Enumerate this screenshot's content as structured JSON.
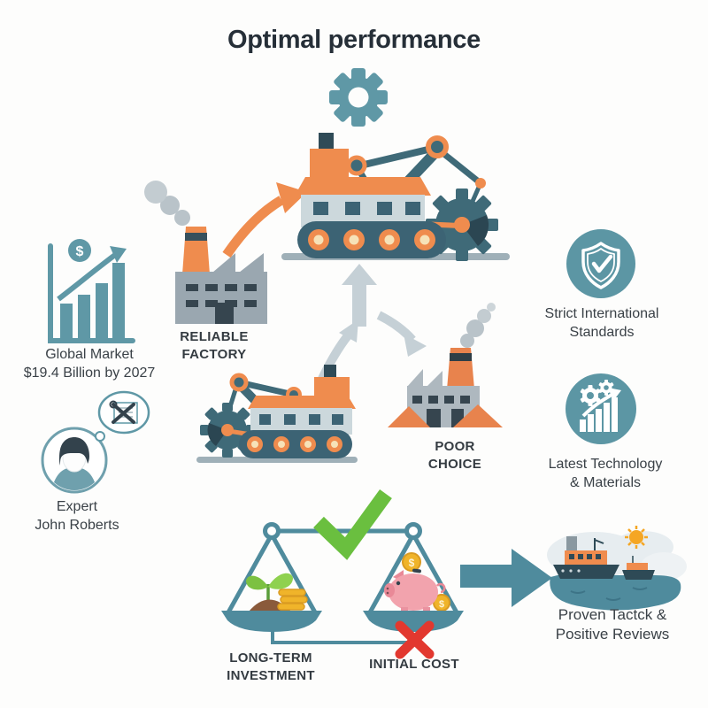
{
  "title": "Optimal performance",
  "market": {
    "line1": "Global Market",
    "line2": "$19.4 Billion by 2027",
    "dollar_symbol": "$"
  },
  "reliable_factory": {
    "line1": "RELIABLE",
    "line2": "FACTORY"
  },
  "poor_choice": {
    "line1": "POOR",
    "line2": "CHOICE"
  },
  "standards": {
    "line1": "Strict International",
    "line2": "Standards"
  },
  "technology": {
    "line1": "Latest Technology",
    "line2": "& Materials"
  },
  "expert": {
    "line1": "Expert",
    "line2": "John Roberts"
  },
  "scale": {
    "left_line1": "LONG-TERM",
    "left_line2": "INVESTMENT",
    "right_label": "INITIAL COST"
  },
  "reviews": {
    "line1": "Proven Tactck &",
    "line2": "Positive Reviews"
  },
  "icons": {
    "gear": "gear-icon",
    "market_chart": "bar-chart-growth-dollar-icon",
    "shield": "shield-check-icon",
    "technology": "gears-growth-chart-icon",
    "expert": "person-avatar-thought-tools-icon",
    "balance": "balance-scale-icon",
    "check": "green-check-icon",
    "cross": "red-cross-icon",
    "arrow_right": "teal-arrow-right-icon",
    "ships": "cargo-ships-scene-icon"
  },
  "colors": {
    "teal": "#5c96a4",
    "teal_dark": "#3f6a78",
    "slate": "#3c6374",
    "orange": "#ef8c4e",
    "gray_arrow": "#c5d0d6",
    "factory_gray": "#9aa7b0",
    "scale_teal": "#4f8b9d",
    "green": "#6abf3f",
    "red": "#e2382f",
    "pink": "#f2a3ad",
    "gold": "#f0b42a",
    "text": "#3d444b"
  }
}
